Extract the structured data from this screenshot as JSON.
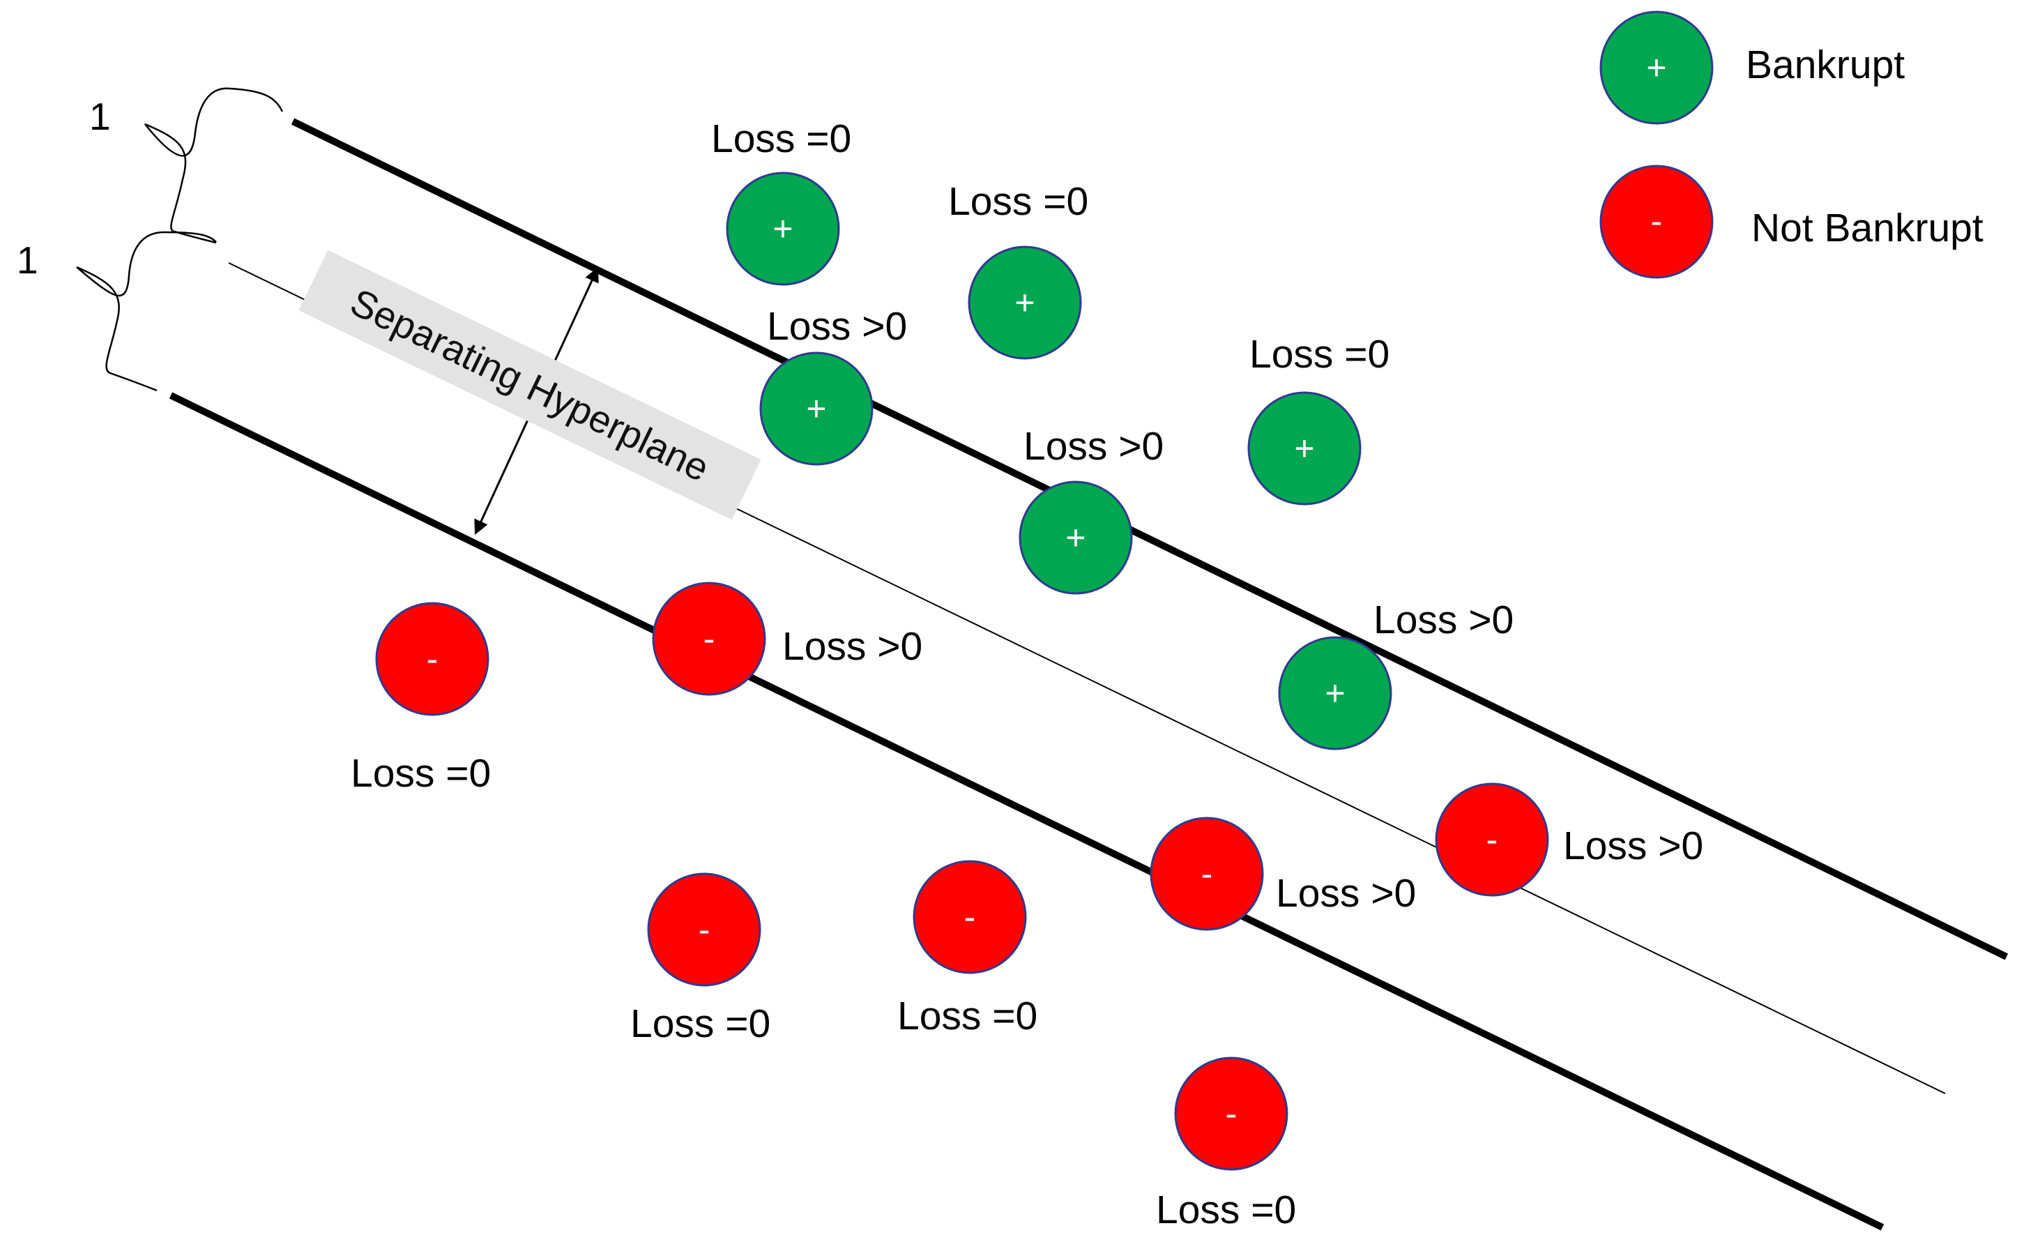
{
  "margin_labels": [
    "1",
    "1"
  ],
  "hyperplane_label": "Separating Hyperplane",
  "legend": {
    "positive": {
      "symbol": "+",
      "label": "Bankrupt",
      "color": "#00a650"
    },
    "negative": {
      "symbol": "-",
      "label": "Not Bankrupt",
      "color": "#ff0000"
    }
  },
  "colors": {
    "positive": "#00a650",
    "negative": "#ff0000",
    "circle_outline": "#2f3a8f"
  },
  "points": [
    {
      "id": "p1",
      "class": "positive",
      "symbol": "+",
      "loss": "Loss =0"
    },
    {
      "id": "p2",
      "class": "positive",
      "symbol": "+",
      "loss": "Loss =0"
    },
    {
      "id": "p3",
      "class": "positive",
      "symbol": "+",
      "loss": "Loss >0"
    },
    {
      "id": "p4",
      "class": "positive",
      "symbol": "+",
      "loss": "Loss =0"
    },
    {
      "id": "p5",
      "class": "positive",
      "symbol": "+",
      "loss": "Loss >0"
    },
    {
      "id": "p6",
      "class": "positive",
      "symbol": "+",
      "loss": "Loss >0"
    },
    {
      "id": "n1",
      "class": "negative",
      "symbol": "-",
      "loss": "Loss =0"
    },
    {
      "id": "n2",
      "class": "negative",
      "symbol": "-",
      "loss": "Loss >0"
    },
    {
      "id": "n3",
      "class": "negative",
      "symbol": "-",
      "loss": "Loss =0"
    },
    {
      "id": "n4",
      "class": "negative",
      "symbol": "-",
      "loss": "Loss =0"
    },
    {
      "id": "n5",
      "class": "negative",
      "symbol": "-",
      "loss": "Loss >0"
    },
    {
      "id": "n6",
      "class": "negative",
      "symbol": "-",
      "loss": "Loss >0"
    },
    {
      "id": "n7",
      "class": "negative",
      "symbol": "-",
      "loss": "Loss =0"
    }
  ]
}
